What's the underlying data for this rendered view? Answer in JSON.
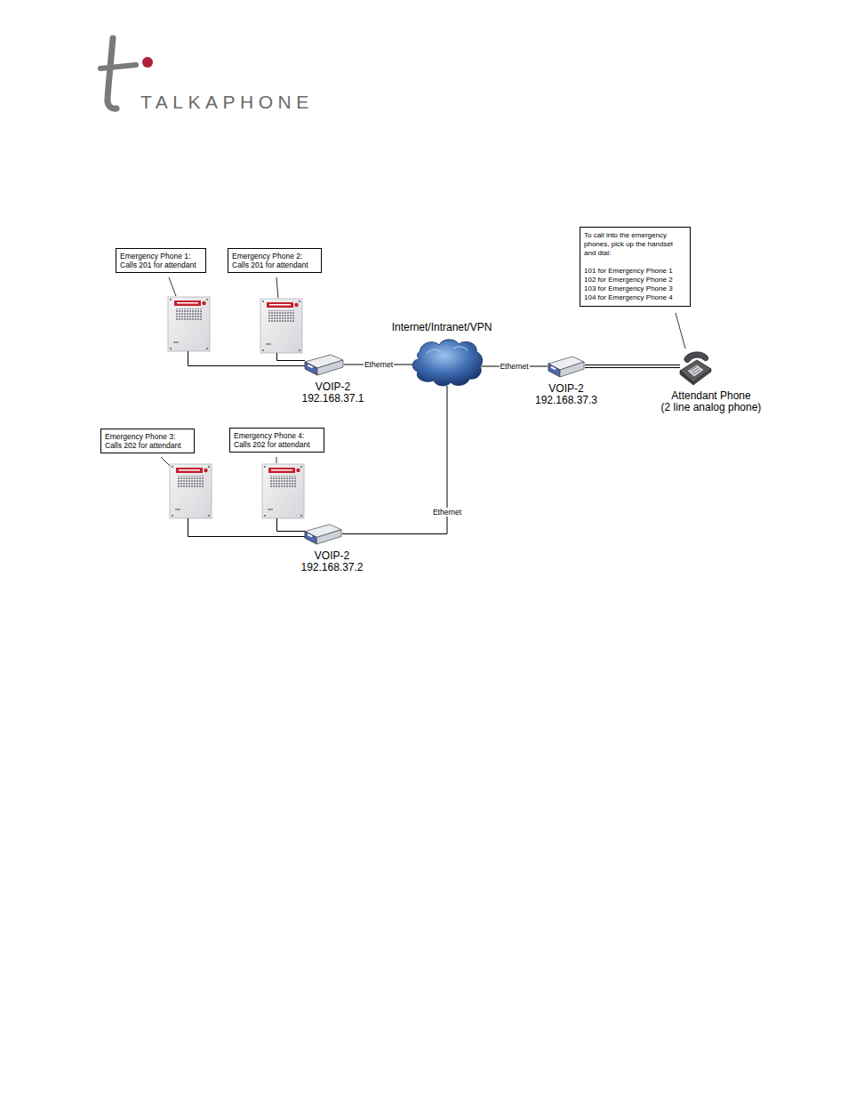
{
  "diagram": {
    "nodes": [
      {
        "text": [
          "Emergency Phone 1: Calls 201 for attendant"
        ]
      },
      {
        "text": [
          "Emergency Phone 2: Calls 201 for attendant"
        ]
      },
      {
        "text": [
          "To call into the emergency phones, pick up the handset and dial:",
          "101 for Emergency Phone 1",
          "102 for Emergency Phone 2",
          "103 for Emergency Phone 3",
          "104 for Emergency Phone 4"
        ]
      },
      {
        "text": [
          "Internet/Intranet/VPN"
        ]
      },
      {
        "text": [
          "VOIP-2",
          "192.168.37.1"
        ]
      },
      {
        "text": [
          "VOIP-2",
          "192.168.37.3"
        ]
      },
      {
        "text": [
          "Attendant Phone",
          "(2 line analog phone)"
        ]
      },
      {
        "text": [
          "Emergency Phone 3: Calls 202 for attendant"
        ]
      },
      {
        "text": [
          "Emergency Phone 4: Calls 202 for attendant"
        ]
      },
      {
        "text": [
          "VOIP-2",
          "192.168.37.2"
        ]
      }
    ],
    "edges": [
      {
        "from": 4,
        "to": 3,
        "label": "Ethernet",
        "arrow": "none"
      },
      {
        "from": 3,
        "to": 5,
        "label": "Ethernet",
        "arrow": "none"
      },
      {
        "from": 9,
        "to": 3,
        "label": "Ethernet",
        "arrow": "none"
      },
      {
        "from": 5,
        "to": 6,
        "arrow": "none"
      }
    ],
    "labels": [
      "TALKAPHONE"
    ]
  }
}
